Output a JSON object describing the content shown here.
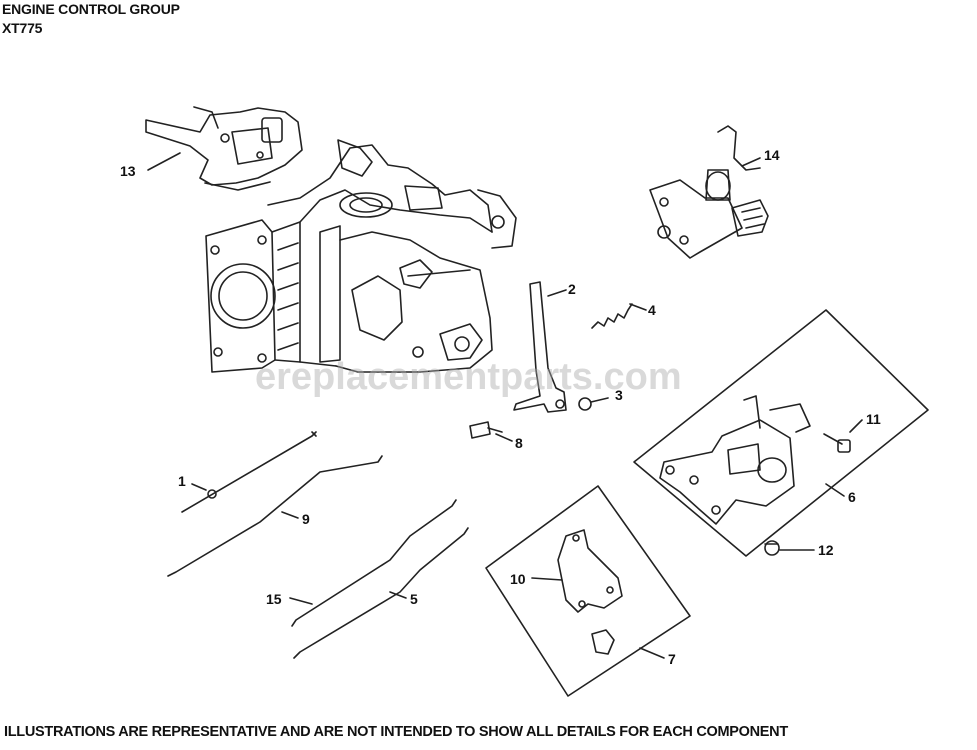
{
  "header": {
    "title": "ENGINE CONTROL GROUP",
    "model": "XT775"
  },
  "footer": "ILLUSTRATIONS ARE REPRESENTATIVE AND ARE NOT INTENDED TO SHOW ALL DETAILS FOR EACH COMPONENT",
  "watermark": "ereplacementparts.com",
  "callouts": {
    "c1": "1",
    "c2": "2",
    "c3": "3",
    "c4": "4",
    "c5": "5",
    "c6": "6",
    "c7": "7",
    "c8": "8",
    "c9": "9",
    "c10": "10",
    "c11": "11",
    "c12": "12",
    "c13": "13",
    "c14": "14",
    "c15": "15"
  }
}
